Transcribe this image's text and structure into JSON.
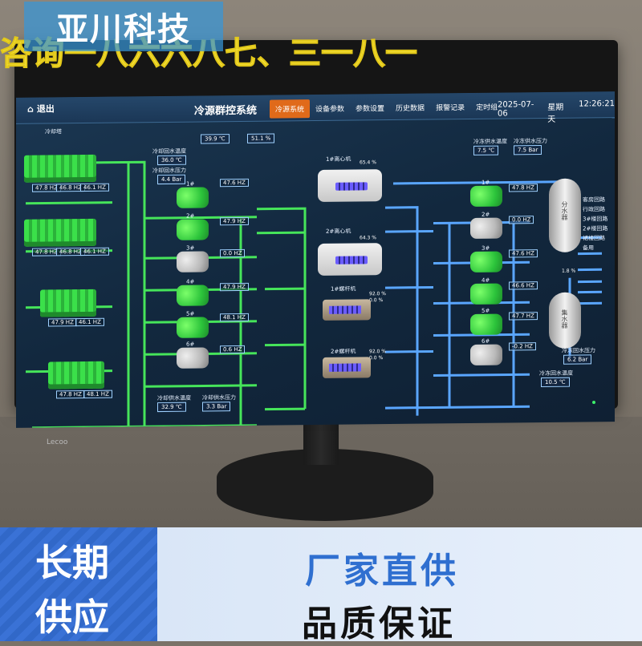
{
  "overlay": {
    "brand": "亚川科技",
    "banner": "咨询一八六六八七、三一八一",
    "left_band_line1": "长期",
    "left_band_line2": "供应",
    "right_band_line1": "厂家直供",
    "right_band_line2": "品质保证"
  },
  "monitor": {
    "logo": "Lecoo",
    "colors": {
      "accent_tab": "#e06a1a",
      "pipe_green": "#46e55a",
      "pipe_blue": "#5aa6ff"
    }
  },
  "hmi": {
    "exit_label": "退出",
    "system_title": "冷源群控系统",
    "tabs": [
      "冷源系统",
      "设备参数",
      "参数设置",
      "历史数据",
      "报警记录",
      "定时组"
    ],
    "date": "2025-07-06",
    "weekday": "星期天",
    "time": "12:26:21",
    "cooling_tower_label": "冷却塔",
    "top_boxes": [
      {
        "value": "39.9 ℃"
      },
      {
        "value": "51.1 %"
      }
    ],
    "left_readings": [
      {
        "label": "冷却回水温度",
        "value": "36.0 ℃"
      },
      {
        "label": "冷却回水压力",
        "value": "4.4 Bar"
      }
    ],
    "bottom_readings": [
      {
        "label": "冷却供水温度",
        "value": "32.9 ℃"
      },
      {
        "label": "冷却供水压力",
        "value": "3.3 Bar"
      }
    ],
    "right_top_readings": [
      {
        "label": "冷冻供水温度",
        "value": "7.5 ℃"
      },
      {
        "label": "冷冻供水压力",
        "value": "7.5 Bar"
      }
    ],
    "right_bottom_readings": [
      {
        "label": "冷冻回水压力",
        "value": "6.2 Bar"
      },
      {
        "label": "冷冻回水温度",
        "value": "10.5 ℃"
      }
    ],
    "towers": [
      {
        "hz": [
          "47.8 HZ",
          "46.8 HZ",
          "46.1 HZ"
        ]
      },
      {
        "hz": [
          "47.8 HZ",
          "46.8 HZ",
          "46.1 HZ"
        ]
      },
      {
        "hz": [
          "47.9 HZ",
          "46.1 HZ"
        ]
      },
      {
        "hz": [
          "47.8 HZ",
          "48.1 HZ"
        ]
      }
    ],
    "cooling_pumps": [
      {
        "name": "1#",
        "hz": "47.6 HZ",
        "state": "on"
      },
      {
        "name": "2#",
        "hz": "47.9 HZ",
        "state": "on"
      },
      {
        "name": "3#",
        "hz": "0.0 HZ",
        "state": "off"
      },
      {
        "name": "4#",
        "hz": "47.9 HZ",
        "state": "on"
      },
      {
        "name": "5#",
        "hz": "48.1 HZ",
        "state": "on"
      },
      {
        "name": "6#",
        "hz": "0.6 HZ",
        "state": "off"
      }
    ],
    "chillers": [
      {
        "name": "1#离心机",
        "pct": "65.4 %"
      },
      {
        "name": "2#离心机",
        "pct": "64.3 %"
      },
      {
        "name": "1#螺杆机",
        "pct": "92.0 %",
        "pct2": "0.0 %"
      },
      {
        "name": "2#螺杆机",
        "pct": "92.0 %",
        "pct2": "0.0 %"
      }
    ],
    "chilled_pumps": [
      {
        "name": "1#",
        "hz": "47.8 HZ",
        "state": "on"
      },
      {
        "name": "2#",
        "hz": "0.0 HZ",
        "state": "off"
      },
      {
        "name": "3#",
        "hz": "47.6 HZ",
        "state": "on"
      },
      {
        "name": "4#",
        "hz": "46.6 HZ",
        "state": "on"
      },
      {
        "name": "5#",
        "hz": "47.7 HZ",
        "state": "on"
      },
      {
        "name": "6#",
        "hz": "-0.2 HZ",
        "state": "off"
      }
    ],
    "tanks": [
      {
        "label": "分水器"
      },
      {
        "label": "集水器"
      }
    ],
    "bypass_pct": "1.8 %",
    "branch_labels": [
      "客房回路",
      "行政回路",
      "3#楼回路",
      "2#楼回路",
      "裙楼回路",
      "备用"
    ]
  }
}
